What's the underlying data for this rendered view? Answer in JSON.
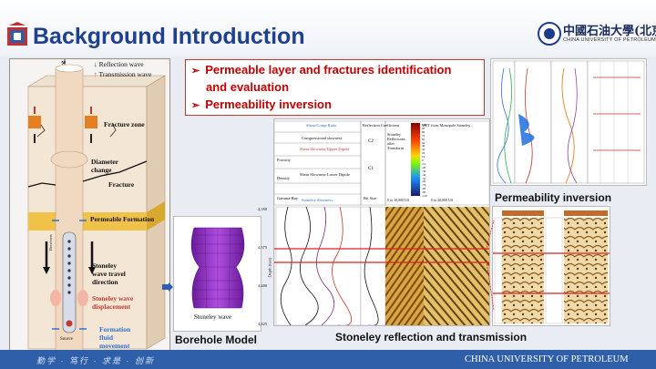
{
  "header": {
    "title": "Background Introduction",
    "logo_cn": "中國石油大學(北京)",
    "logo_en": "CHINA UNIVERSITY OF PETROLEUM"
  },
  "diagram": {
    "legend_reflection": "Reflection wave",
    "legend_transmission": "Transmission wave",
    "fracture_zone": "Fracture zone",
    "diameter_change_1": "Diameter",
    "diameter_change_2": "change",
    "fracture": "Fracture",
    "permeable_formation": "Permeable Formation",
    "stoneley_travel_1": "Stoneley",
    "stoneley_travel_2": "wave travel",
    "stoneley_travel_3": "direction",
    "stoneley_disp_1": "Stoneley wave",
    "stoneley_disp_2": "displacement",
    "formation_fluid_1": "Formation",
    "formation_fluid_2": "fluid",
    "formation_fluid_3": "movement",
    "source": "Source",
    "receivers": "Receivers"
  },
  "bullets": {
    "item1_line1": "Permeable layer and fractures identification",
    "item1_line2": "and evaluation",
    "item2": "Permeability inversion"
  },
  "borehole": {
    "inner_label": "Stoneley wave",
    "caption": "Borehole Model"
  },
  "log_panel": {
    "caption": "Stoneley reflection and transmission",
    "track1_header1": "Shear/Comp Ratio",
    "track1_header2": "Compressional slowness",
    "track1_header3": "Shear Slowness-Upper Dipole",
    "track1_header4": "Shear Slowness-Lower Dipole",
    "track1_header5": "Stoneley Slowness",
    "porosity": "Porosity",
    "density": "Density",
    "gamma_ray": "Gamma-Ray",
    "depth_label": "Depth (feet)",
    "refl_coef": "Reflection Coefficient",
    "c2": "C2",
    "c1": "C1",
    "bit_size": "Bit Size",
    "stoneley_refl": "Stoneley Reflections after Transform",
    "wft": "WFT from Monopole Stoneley",
    "depth_ticks": [
      "4,350",
      "4,375",
      "4,400",
      "4,425"
    ],
    "scale_left": "0 to 10,000 US",
    "scale_right": "0 to 20,000 US",
    "color_scale": [
      "100",
      "90",
      "80",
      "70",
      "60",
      "50",
      "40",
      "30",
      "20",
      "10",
      "0",
      "-10",
      "-20",
      "-30",
      "-40",
      "-50",
      "-60",
      "-70",
      "-80",
      "-90",
      "-100"
    ]
  },
  "perm_panel": {
    "caption": "Permeability inversion"
  },
  "footer": {
    "left_text": "勤学 · 笃行 · 求是 · 创新",
    "right_text": "CHINA UNIVERSITY OF PETROLEUM"
  }
}
